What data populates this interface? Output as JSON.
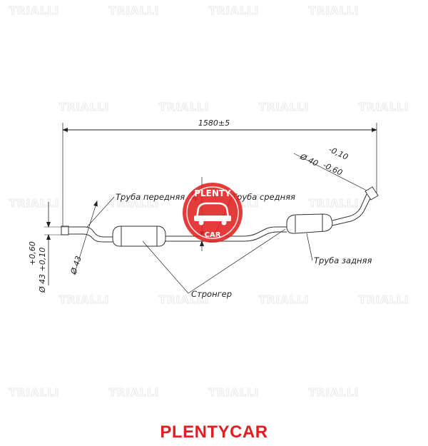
{
  "watermark": {
    "text": "TRIALLI"
  },
  "dimensions": {
    "overall_length": "1580±5",
    "outlet_diameter_main": "Ø 40",
    "outlet_tol_upper": "-0,10",
    "outlet_tol_lower": "-0,60",
    "inlet_diameter": "Ø 43 +0,10",
    "inlet_tol": "+0,60",
    "pipe_diameter": "Ø 43",
    "small_dim": "40"
  },
  "labels": {
    "front_pipe": "Труба передняя",
    "middle_pipe": "Труба средняя",
    "rear_pipe": "Труба задняя",
    "stronger": "Стронгер"
  },
  "logo": {
    "top": "PLENTY",
    "bottom": "CAR",
    "color": "#e02020"
  },
  "brand": {
    "text": "PLENTYCAR",
    "color": "#e02020"
  }
}
